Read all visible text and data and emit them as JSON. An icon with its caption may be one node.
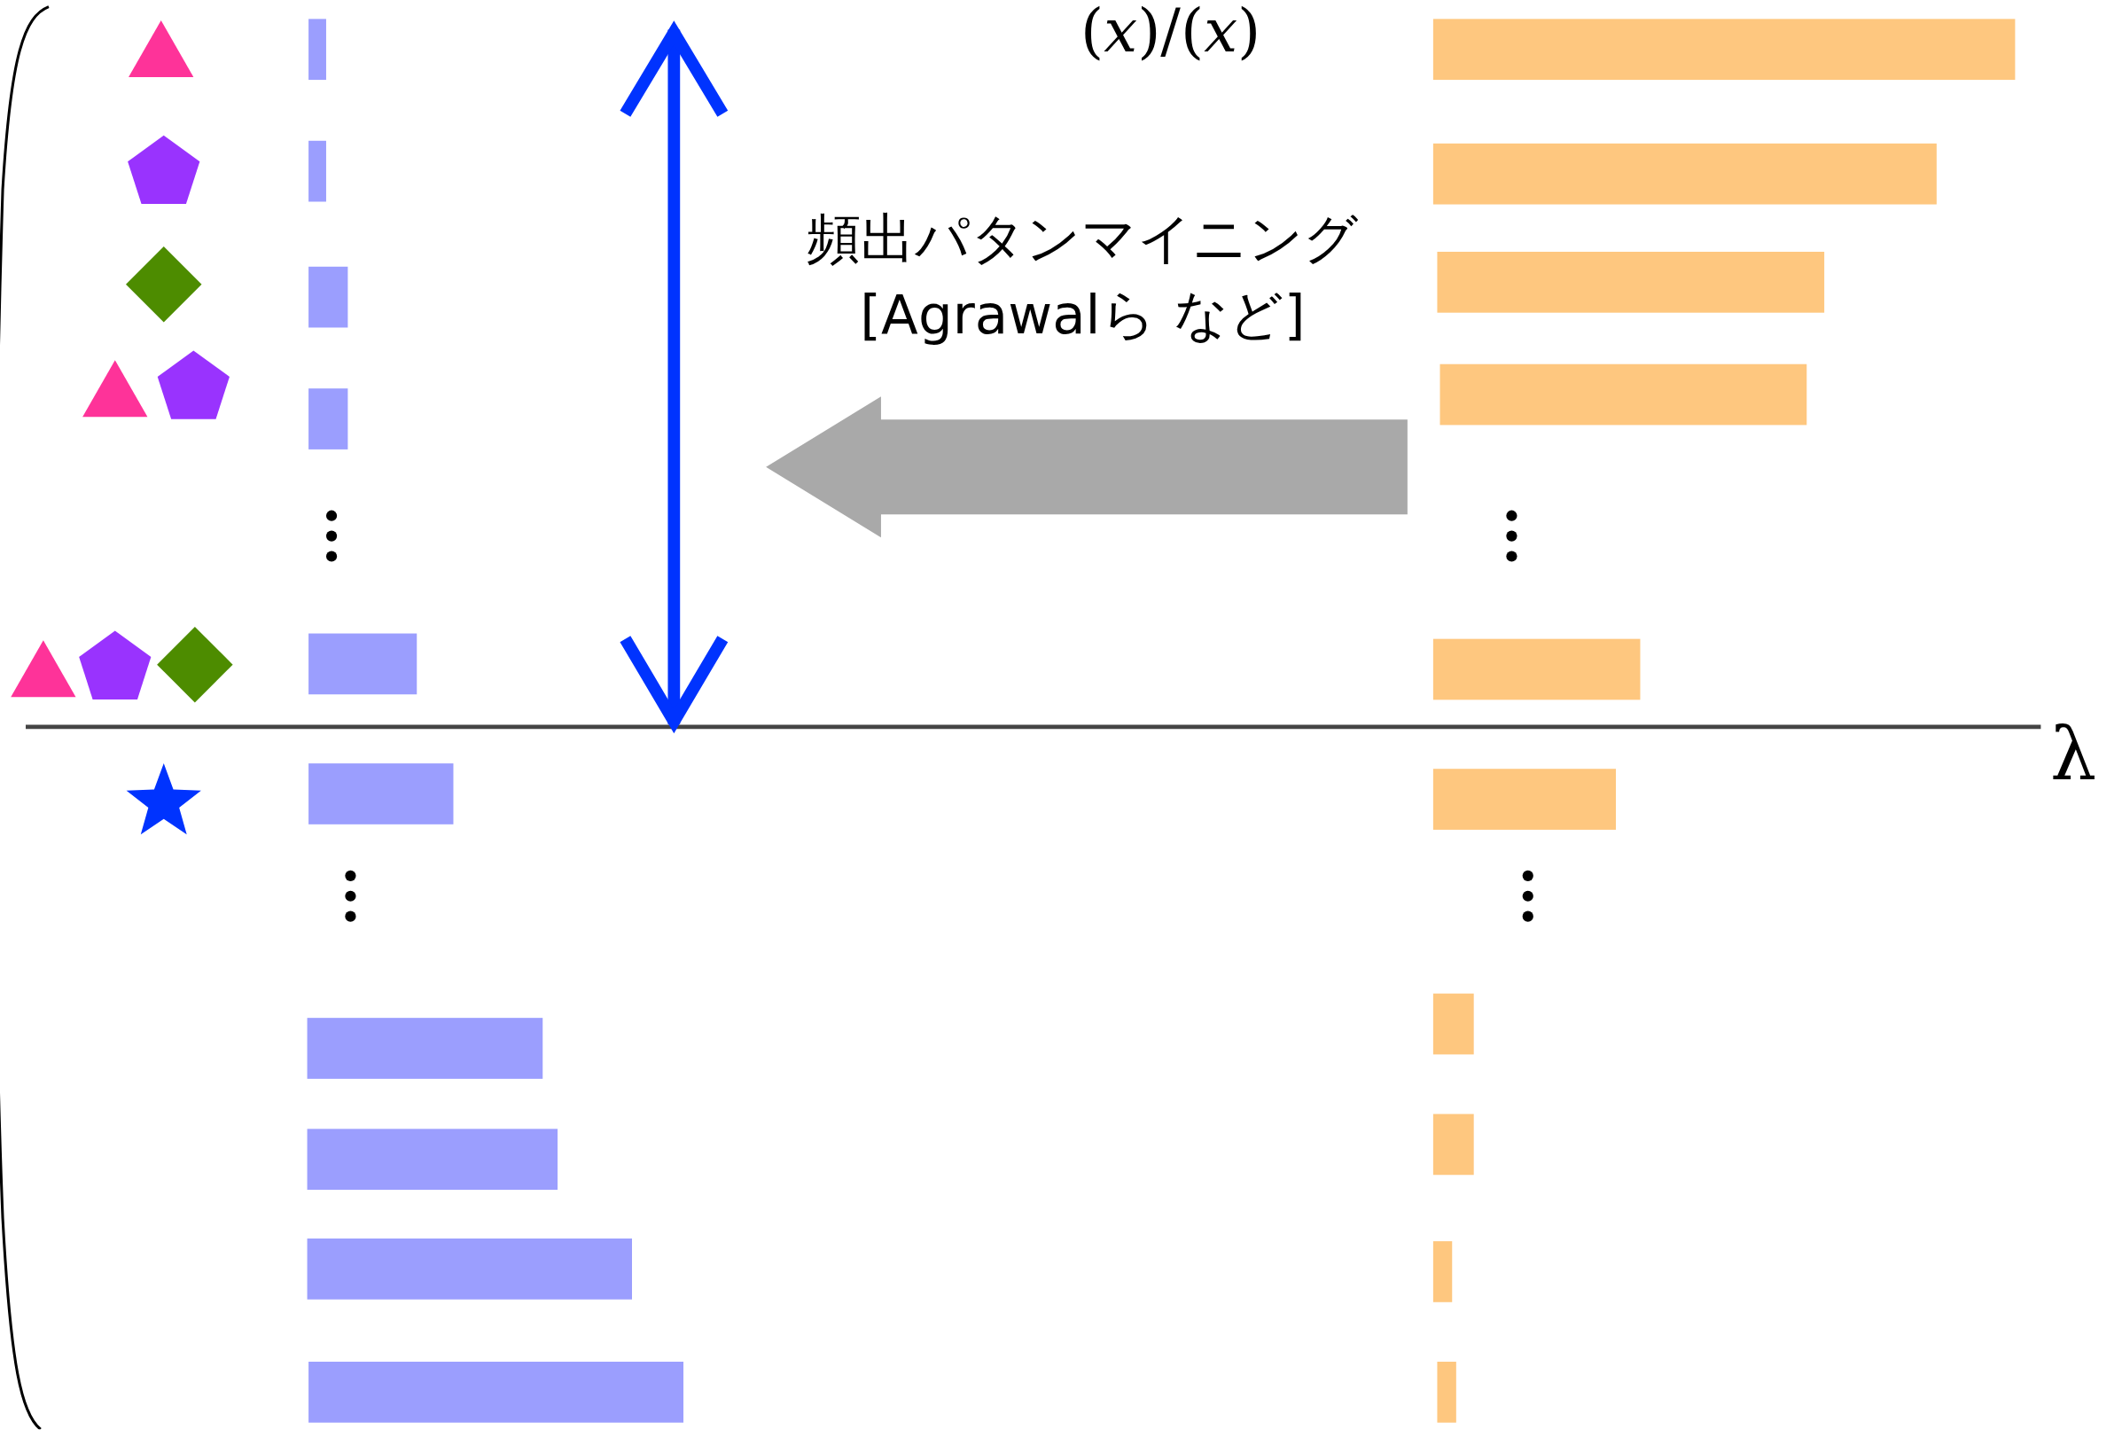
{
  "diagram": {
    "labels": [
      "(*x*)/(*x*)",
      "頻出パタンマイニング [Agrawalら など]",
      "λ"
    ]
  }
}
